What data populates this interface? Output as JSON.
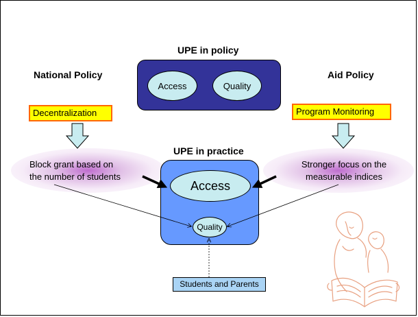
{
  "policy_box": {
    "title": "UPE in policy",
    "left_oval": "Access",
    "right_oval": "Quality"
  },
  "practice_box": {
    "title": "UPE in practice",
    "big_oval": "Access",
    "small_oval": "Quality"
  },
  "national_policy": {
    "heading": "National Policy",
    "tag": "Decentralization",
    "effect_line1": "Block grant based on",
    "effect_line2": "the number of students"
  },
  "aid_policy": {
    "heading": "Aid Policy",
    "tag": "Program Monitoring",
    "effect_line1": "Stronger focus on the",
    "effect_line2": "measurable indices"
  },
  "bottom_box": {
    "label": "Students and Parents"
  },
  "colors": {
    "policy_box": "#333399",
    "practice_box": "#6699ff",
    "oval_fill": "#c8ecf0",
    "tag_fill": "#ffff00",
    "tag_border": "#ff6600",
    "bottom_fill": "#aad4f5",
    "down_arrow": "#c8ecf0"
  },
  "icons": [
    "down-arrow",
    "teacher-student-reading-clipart"
  ]
}
